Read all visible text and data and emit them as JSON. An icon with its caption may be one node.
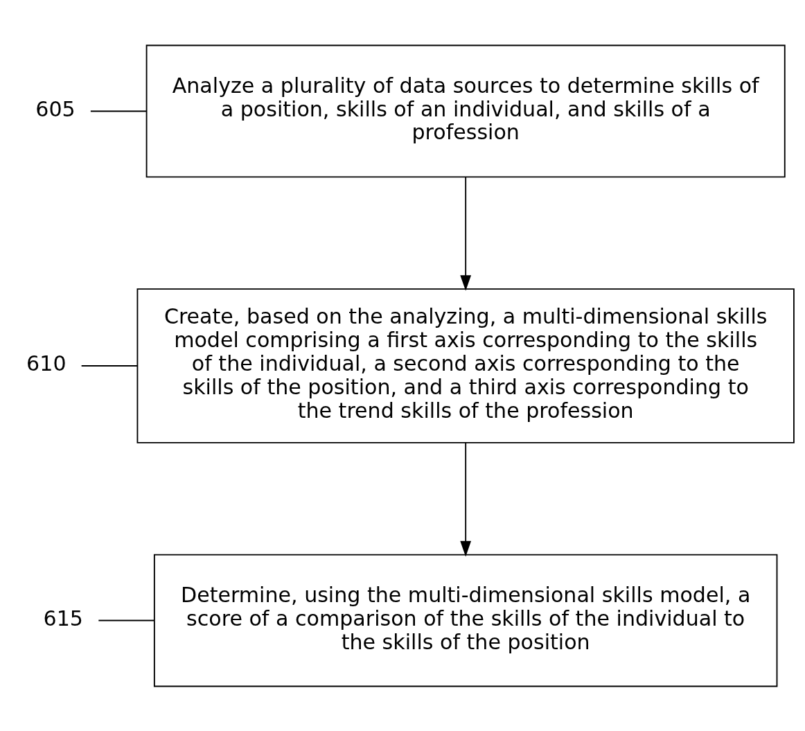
{
  "diagram": {
    "nodes": [
      {
        "text": [
          "Analyze a plurality of data sources to determine skills of a position, skills of an individual, and skills of a profession"
        ]
      },
      {
        "text": [
          "Create, based on the analyzing, a multi-dimensional skills model comprising a first axis corresponding to the skills of the individual, a second axis corresponding to the skills of the position, and a third axis corresponding to the trend skills of the profession"
        ]
      },
      {
        "text": [
          "Determine, using the multi-dimensional skills model, a score of a comparison of the skills of the individual to the skills of the position"
        ]
      },
      {
        "text": [
          "605"
        ]
      },
      {
        "text": [
          "610"
        ]
      },
      {
        "text": [
          "615"
        ]
      }
    ],
    "edges": [
      {
        "from": 0,
        "to": 1,
        "arrow": "to"
      },
      {
        "from": 1,
        "to": 2,
        "arrow": "to"
      },
      {
        "from": 3,
        "to": 0,
        "arrow": "none"
      },
      {
        "from": 4,
        "to": 1,
        "arrow": "none"
      },
      {
        "from": 5,
        "to": 2,
        "arrow": "none"
      }
    ]
  }
}
